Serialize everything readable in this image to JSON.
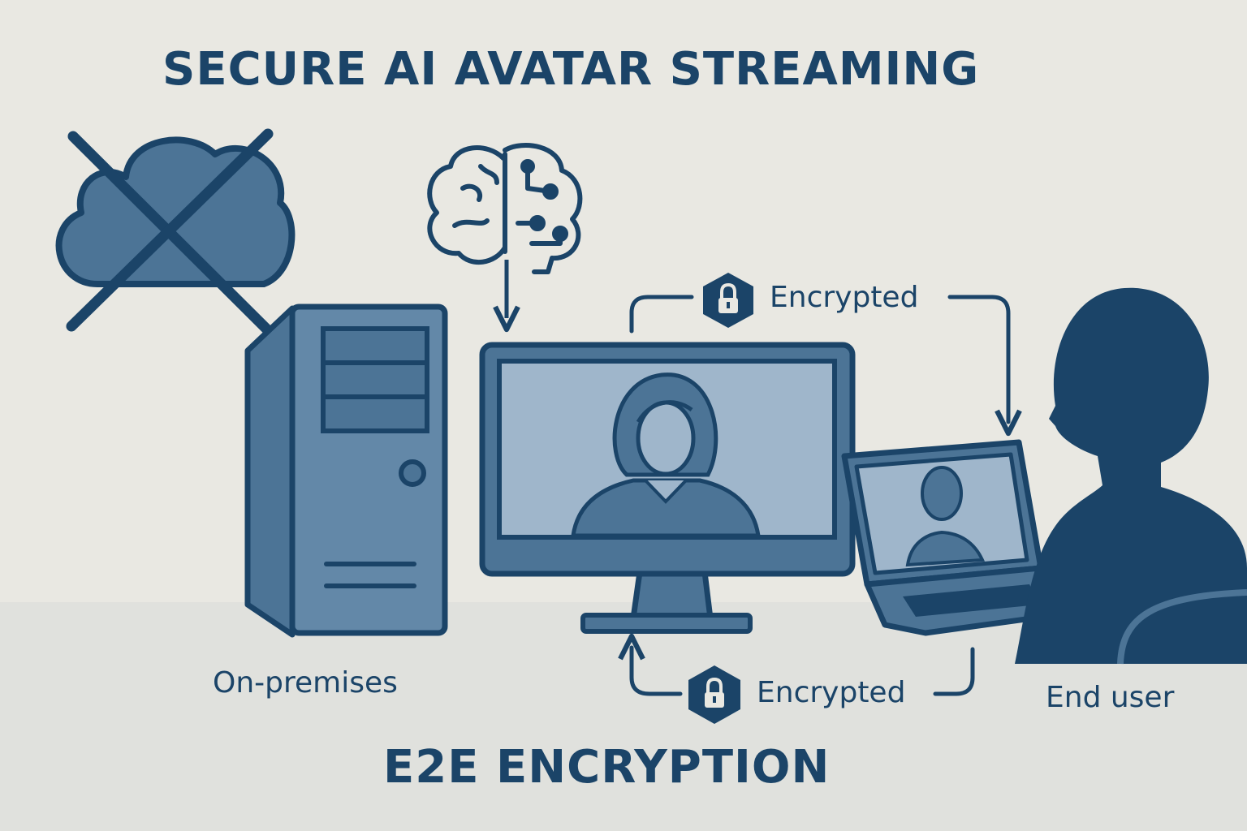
{
  "title": "SECURE AI AVATAR STREAMING",
  "footer_title": "E2E ENCRYPTION",
  "nodes": {
    "server": {
      "label": "On-premises",
      "icon": "server-tower-icon"
    },
    "ai_model": {
      "icon": "brain-circuit-icon"
    },
    "cloud": {
      "icon": "cloud-crossed-icon"
    },
    "monitor": {
      "icon": "monitor-avatar-icon"
    },
    "laptop": {
      "icon": "laptop-avatar-icon"
    },
    "end_user": {
      "label": "End user",
      "icon": "user-silhouette-icon"
    }
  },
  "links": {
    "top": {
      "label": "Encrypted",
      "icon": "lock-icon"
    },
    "bottom": {
      "label": "Encrypted",
      "icon": "lock-icon"
    }
  },
  "colors": {
    "primary": "#1b4468",
    "mid": "#4c7496",
    "light": "#82a0bc",
    "background": "#e9e8e2"
  }
}
